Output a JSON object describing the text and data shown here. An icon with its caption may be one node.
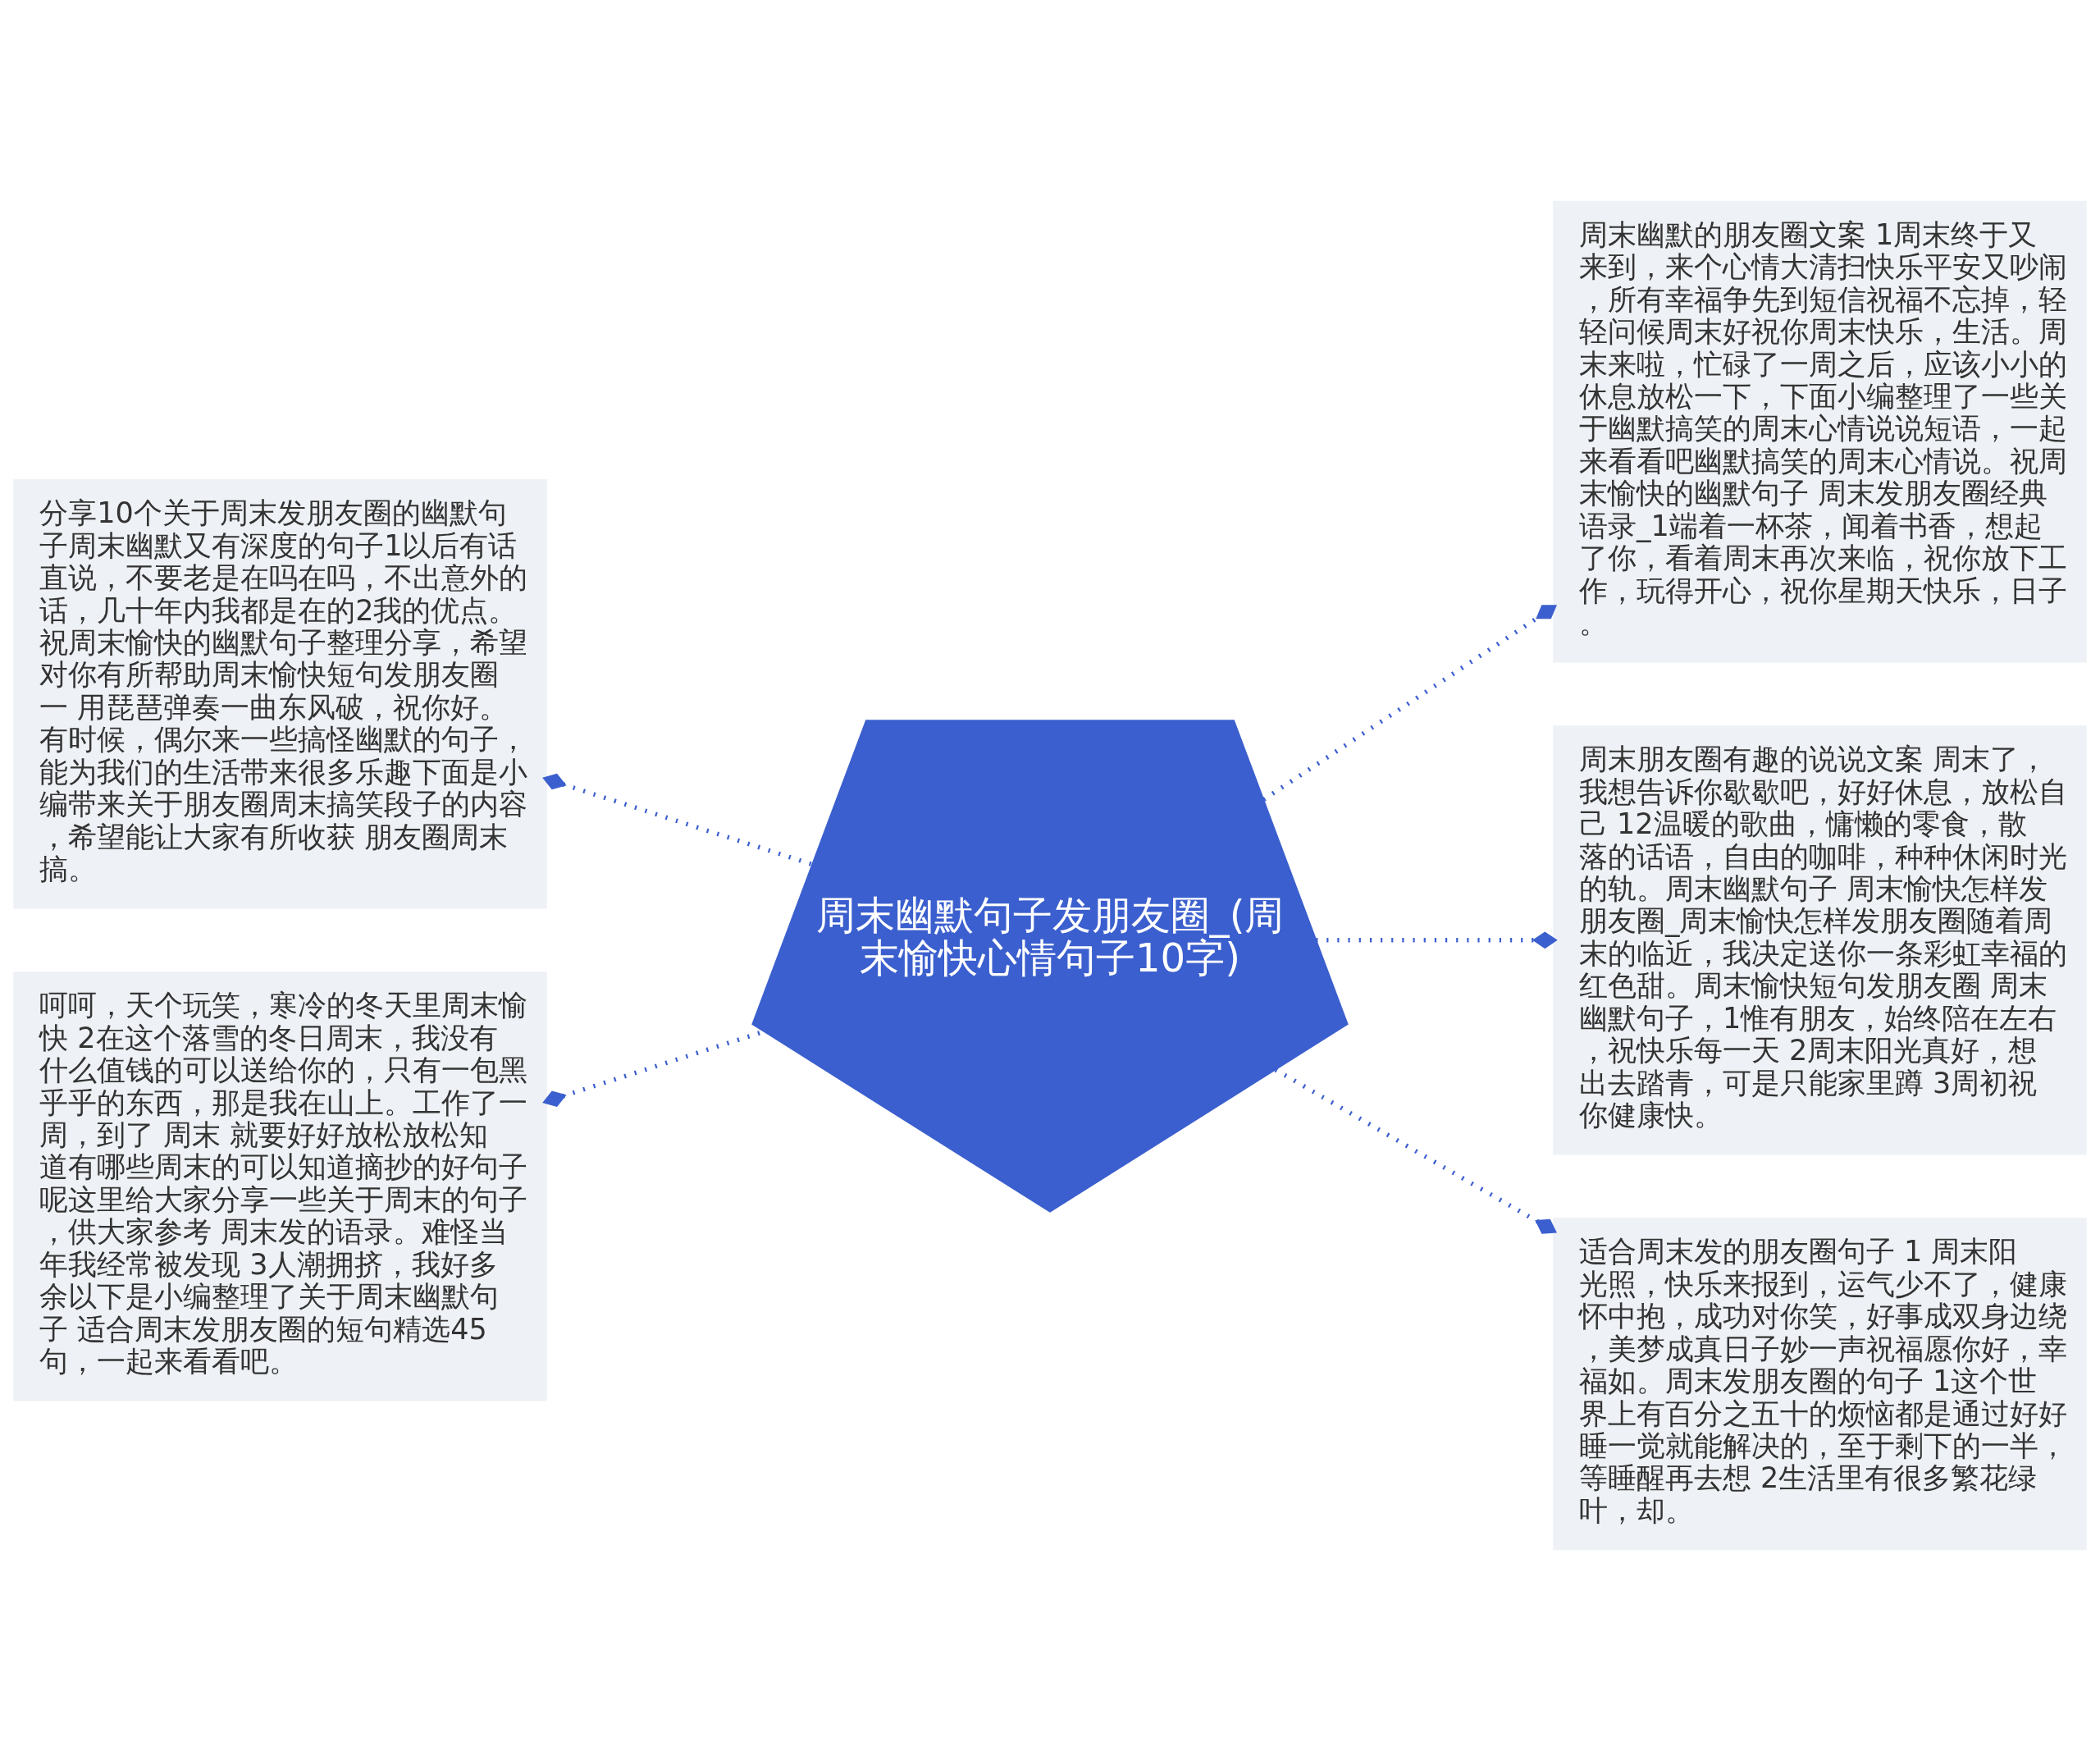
{
  "diagram": {
    "nodes": [
      {
        "text": [
          "周末幽默句子发朋友圈_(周末愉快心情句子10字)"
        ]
      },
      {
        "text": [
          "分享10个关于周末发朋友圈的幽默句子周末幽默又有深度的句子1以后有话直说，不要老是在吗在吗，不出意外的话，几十年内我都是在的2我的优点。祝周末愉快的幽默句子整理分享，希望对你有所帮助周末愉快短句发朋友圈一 用琵琶弹奏一曲东风破，祝你好。有时候，偶尔来一些搞怪幽默的句子，能为我们的生活带来很多乐趣下面是小编带来关于朋友圈周末搞笑段子的内容，希望能让大家有所收获 朋友圈周末搞。"
        ]
      },
      {
        "text": [
          "呵呵，天个玩笑，寒冷的冬天里周末愉快 2在这个落雪的冬日周末，我没有什么值钱的可以送给你的，只有一包黑乎乎的东西，那是我在山上。工作了一周，到了 周末 就要好好放松放松知道有哪些周末的可以知道摘抄的好句子呢这里给大家分享一些关于周末的句子，供大家参考 周末发的语录。难怪当年我经常被发现 3人潮拥挤，我好多余以下是小编整理了关于周末幽默句子 适合周末发朋友圈的短句精选45句，一起来看看吧。"
        ]
      },
      {
        "text": [
          "周末幽默的朋友圈文案 1周末终于又来到，来个心情大清扫快乐平安又吵闹，所有幸福争先到短信祝福不忘掉，轻轻问候周末好祝你周末快乐，生活。周末来啦，忙碌了一周之后，应该小小的休息放松一下，下面小编整理了一些关于幽默搞笑的周末心情说说短语，一起来看看吧幽默搞笑的周末心情说。祝周末愉快的幽默句子 周末发朋友圈经典语录_1端着一杯茶，闻着书香，想起了你，看着周末再次来临，祝你放下工作，玩得开心，祝你星期天快乐，日子。"
        ]
      },
      {
        "text": [
          "周末朋友圈有趣的说说文案 周末了，我想告诉你歇歇吧，好好休息，放松自己 12温暖的歌曲，慵懒的零食，散落的话语，自由的咖啡，种种休闲时光的轨。周末幽默句子 周末愉快怎样发朋友圈_周末愉快怎样发朋友圈随着周末的临近，我决定送你一条彩虹幸福的红色甜。周末愉快短句发朋友圈 周末幽默句子，1惟有朋友，始终陪在左右，祝快乐每一天 2周末阳光真好，想出去踏青，可是只能家里蹲 3周初祝你健康快。"
        ]
      },
      {
        "text": [
          "适合周末发的朋友圈句子 1 周末阳光照，快乐来报到，运气少不了，健康怀中抱，成功对你笑，好事成双身边绕，美梦成真日子妙一声祝福愿你好，幸福如。周末发朋友圈的句子 1这个世界上有百分之五十的烦恼都是通过好好睡一觉就能解决的，至于剩下的一半，等睡醒再去想 2生活里有很多繁花绿叶，却。"
        ]
      }
    ],
    "edges": [
      {
        "from": 0,
        "to": 1,
        "arrow": "other"
      },
      {
        "from": 0,
        "to": 2,
        "arrow": "other"
      },
      {
        "from": 0,
        "to": 3,
        "arrow": "other"
      },
      {
        "from": 0,
        "to": 4,
        "arrow": "other"
      },
      {
        "from": 0,
        "to": 5,
        "arrow": "other"
      }
    ]
  }
}
